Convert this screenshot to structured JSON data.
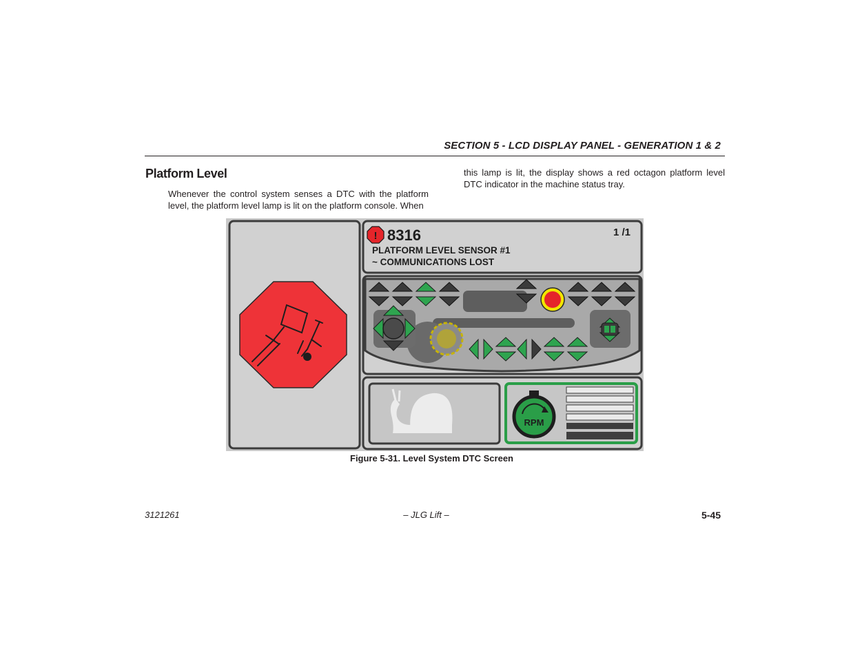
{
  "header": {
    "section": "SECTION 5 - LCD DISPLAY PANEL - GENERATION 1 & 2"
  },
  "page": {
    "title": "Platform Level",
    "paragraph_left": "Whenever the control system senses a DTC with the platform level, the platform level lamp is lit on the platform console. When",
    "paragraph_right": "this lamp is lit, the display shows a red octagon platform level DTC indicator in the machine status tray."
  },
  "figure": {
    "dtc_code": "8316",
    "page_indicator": "1 /1",
    "dtc_line1": "PLATFORM LEVEL SENSOR #1",
    "dtc_line2": "~ COMMUNICATIONS LOST",
    "warning_mark": "!",
    "rpm_label": "RPM",
    "caption": "Figure 5-31. Level System DTC Screen",
    "colors": {
      "octagon_red": "#ee3338",
      "arrow_green": "#2ea44f",
      "arrow_dark": "#3a3a3a",
      "rpm_frame_green": "#2a9e48",
      "lamp_yellow": "#f2e500",
      "lamp_red": "#e5252a",
      "screen_gray": "#d1d1d1"
    },
    "icons": [
      "platform-level-octagon-icon",
      "warning-exclamation-icon",
      "joystick-icon",
      "steer-dial-icon",
      "creep-snail-icon",
      "rpm-engine-icon"
    ]
  },
  "footer": {
    "doc_number": "3121261",
    "brand": "– JLG Lift –",
    "page_number": "5-45"
  }
}
